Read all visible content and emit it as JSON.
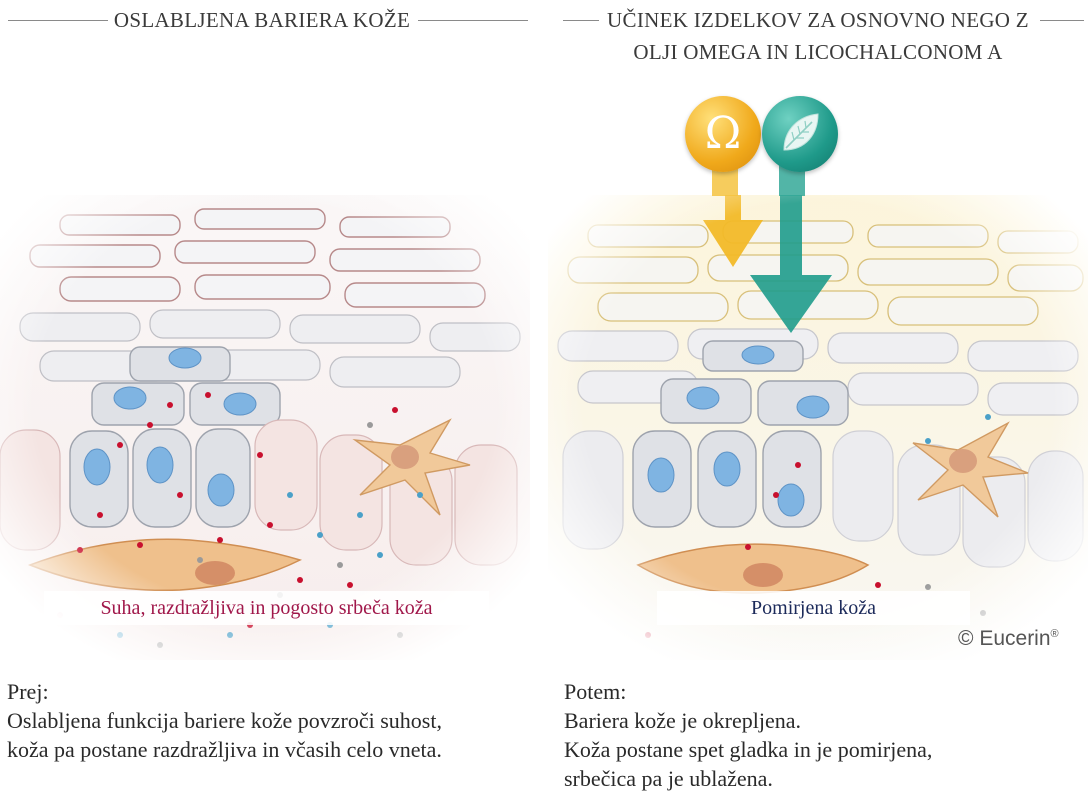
{
  "left_panel": {
    "title": "OSLABLJENA BARIERA KOŽE",
    "caption": "Suha, razdražljiva in pogosto srbeča koža",
    "caption_color": "#a0174a"
  },
  "right_panel": {
    "title_line1": "UČINEK IZDELKOV ZA OSNOVNO NEGO Z",
    "title_line2": "OLJI OMEGA IN LICOCHALCONOM A",
    "caption": "Pomirjena koža",
    "caption_color": "#1c2a5a",
    "omega_symbol": "Ω",
    "icons": [
      "omega-icon",
      "leaf-icon"
    ],
    "omega_color": "#f0b31e",
    "leaf_color": "#1e9a8a"
  },
  "before": {
    "heading": "Prej:",
    "line1": "Oslabljena funkcija bariere kože povzroči suhost,",
    "line2": "koža pa postane razdražljiva in včasih celo vneta."
  },
  "after": {
    "heading": "Potem:",
    "line1": "Bariera kože je okrepljena.",
    "line2": "Koža postane spet gladka in je pomirjena,",
    "line3": "srbečica pa je ublažena."
  },
  "copyright": {
    "brand": "Eucerin",
    "symbol": "©",
    "mark": "®"
  }
}
